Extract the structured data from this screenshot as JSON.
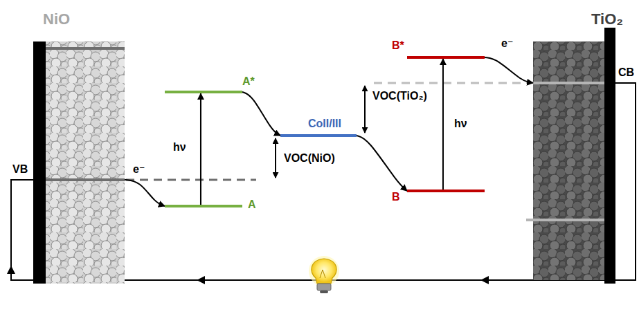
{
  "diagram": {
    "nodes": [
      {
        "text": [
          "NiO"
        ]
      },
      {
        "text": [
          "A*"
        ]
      },
      {
        "text": [
          "A"
        ]
      },
      {
        "text": [
          "CoII/III"
        ]
      },
      {
        "text": [
          "B*"
        ]
      },
      {
        "text": [
          "B"
        ]
      },
      {
        "text": [
          "TiO₂"
        ]
      }
    ],
    "edges": [
      {
        "from": 0,
        "to": 2,
        "arrow": "to",
        "label": "e⁻"
      },
      {
        "from": 2,
        "to": 1,
        "arrow": "to",
        "label": "hν"
      },
      {
        "from": 1,
        "to": 3,
        "arrow": "to"
      },
      {
        "from": 3,
        "to": 5,
        "arrow": "to"
      },
      {
        "from": 5,
        "to": 4,
        "arrow": "to",
        "label": "hν"
      },
      {
        "from": 4,
        "to": 6,
        "arrow": "to",
        "label": "e⁻"
      }
    ],
    "labels": [
      "VB",
      "CB",
      "VOC(NiO)",
      "VOC(TiO₂)"
    ]
  }
}
